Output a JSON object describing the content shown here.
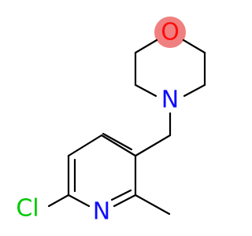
{
  "molecule": {
    "atoms": {
      "oxygen": {
        "symbol": "O",
        "color": "#FF0D0D"
      },
      "nitrogen_morpholine": {
        "symbol": "N",
        "color": "#0D0DFF"
      },
      "nitrogen_pyridine": {
        "symbol": "N",
        "color": "#0D0DFF"
      },
      "chlorine": {
        "symbol": "Cl",
        "color": "#00C800"
      }
    },
    "oxygen_highlight_color": "#F08080",
    "bond_color": "#000000"
  }
}
